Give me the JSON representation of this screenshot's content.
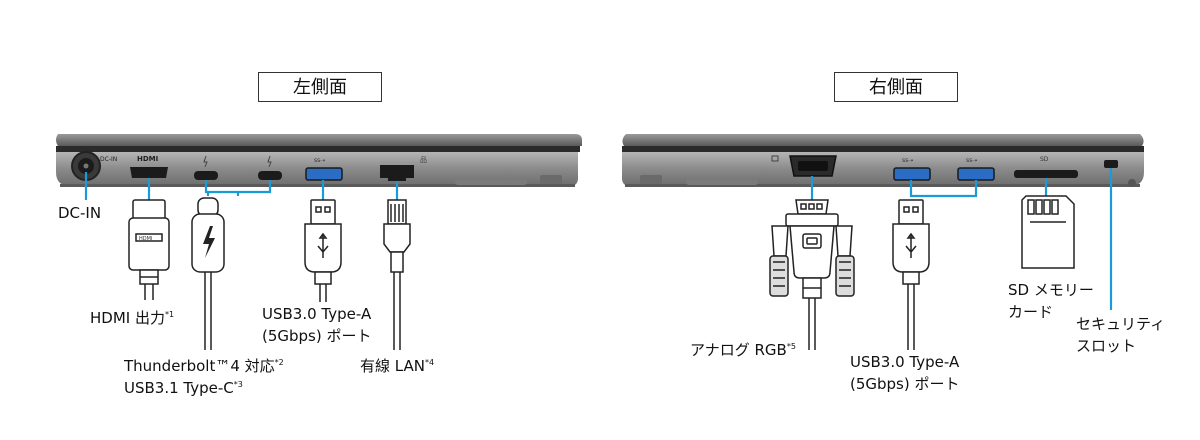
{
  "left_side": {
    "title": "左側面",
    "laptop_labels": {
      "dc_in": "DC-IN",
      "hdmi": "HDMI"
    },
    "labels": {
      "dc_in": "DC-IN",
      "hdmi": "HDMI 出力",
      "hdmi_note": "*1",
      "thunderbolt": "Thunderbolt™4 対応",
      "thunderbolt_note": "*2",
      "usbc": "USB3.1 Type-C",
      "usbc_note": "*3",
      "usb_line1": "USB3.0 Type-A",
      "usb_line2": "(5Gbps) ポート",
      "lan": "有線 LAN",
      "lan_note": "*4"
    }
  },
  "right_side": {
    "title": "右側面",
    "labels": {
      "analog": "アナログ RGB",
      "analog_note": "*5",
      "usb_line1": "USB3.0 Type-A",
      "usb_line2": "(5Gbps) ポート",
      "sd_line1": "SD メモリー",
      "sd_line2": "カード",
      "security_line1": "セキュリティ",
      "security_line2": "スロット"
    }
  },
  "colors": {
    "leader": "#1a9bd7",
    "usb_port": "#2b6cc4",
    "body": "#8c8c8c",
    "body_dark": "#3a3a3a"
  }
}
